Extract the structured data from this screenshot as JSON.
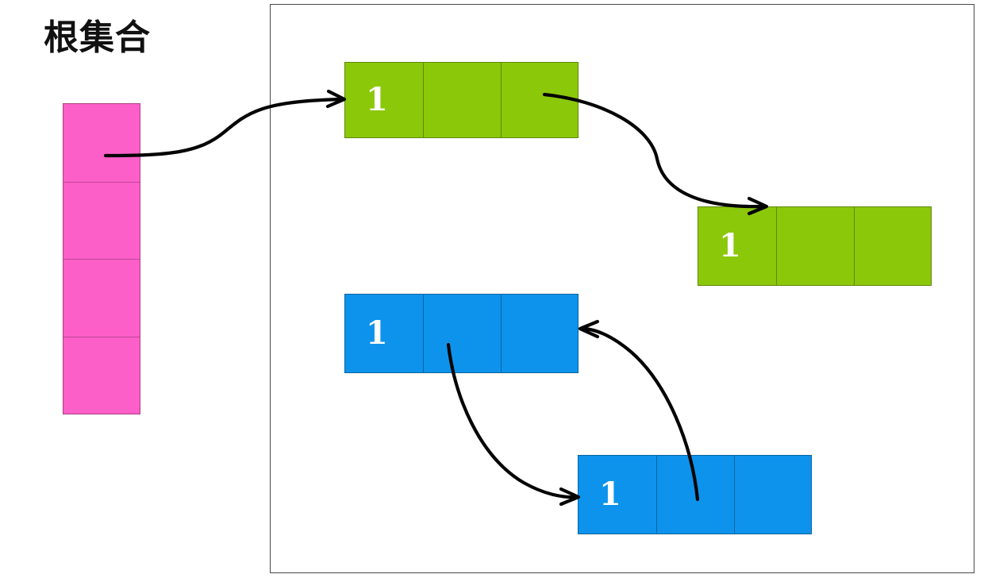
{
  "diagram": {
    "title": "根集合",
    "frame_label": "heap-region",
    "colors": {
      "root_set": "#fc5fc8",
      "green_object": "#8cc80a",
      "blue_object": "#0d93ec",
      "arrow": "#050505",
      "frame_border": "#4a4a4a",
      "refcount_text": "#ffffff",
      "background": "#ffffff"
    },
    "root_set": {
      "name": "root-set-block",
      "orientation": "vertical",
      "color": "#fc5fc8",
      "cells": [
        "",
        "",
        "",
        ""
      ]
    },
    "objects": [
      {
        "name": "green-object-1",
        "color": "#8cc80a",
        "refcount": "1",
        "cells": [
          "1",
          "",
          ""
        ]
      },
      {
        "name": "green-object-2",
        "color": "#8cc80a",
        "refcount": "1",
        "cells": [
          "1",
          "",
          ""
        ]
      },
      {
        "name": "blue-object-1",
        "color": "#0d93ec",
        "refcount": "1",
        "cells": [
          "1",
          "",
          ""
        ]
      },
      {
        "name": "blue-object-2",
        "color": "#0d93ec",
        "refcount": "1",
        "cells": [
          "1",
          "",
          ""
        ]
      }
    ],
    "arrows": [
      {
        "name": "arrow-rootset-to-green1",
        "from": "root-set-block",
        "to": "green-object-1"
      },
      {
        "name": "arrow-green1-to-green2",
        "from": "green-object-1",
        "to": "green-object-2"
      },
      {
        "name": "arrow-blue1-to-blue2",
        "from": "blue-object-1",
        "to": "blue-object-2"
      },
      {
        "name": "arrow-blue2-to-blue1",
        "from": "blue-object-2",
        "to": "blue-object-1"
      }
    ]
  }
}
